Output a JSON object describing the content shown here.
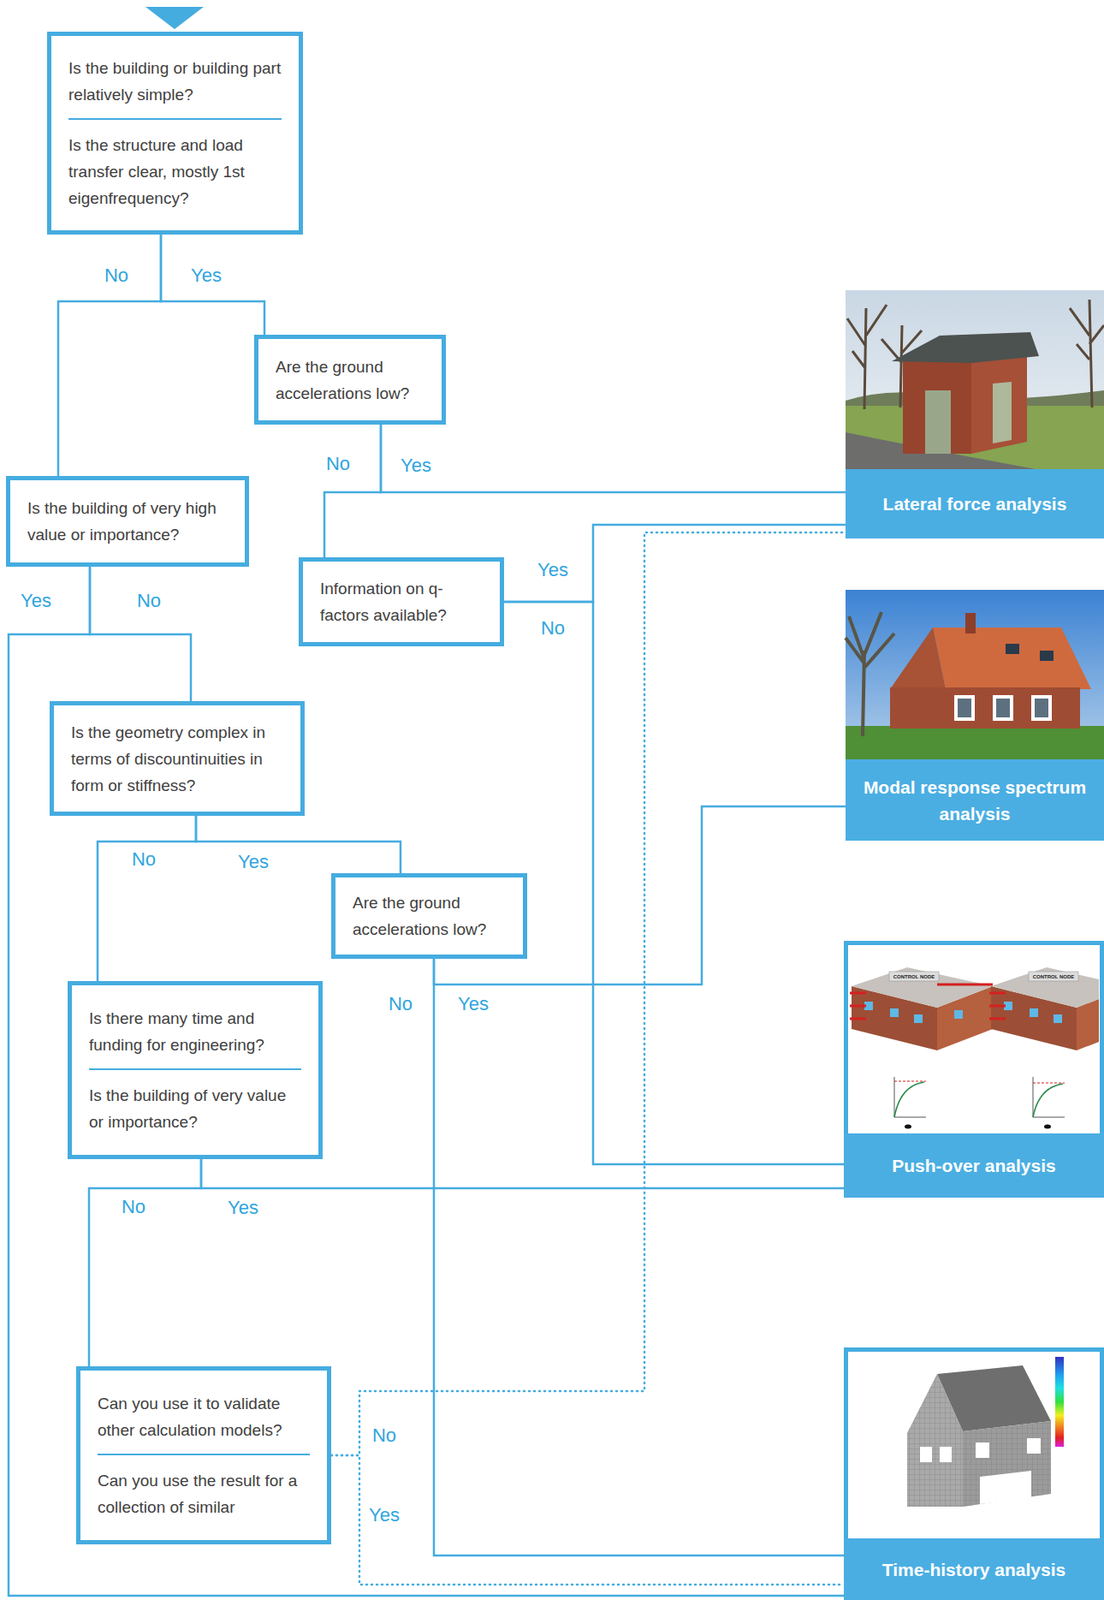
{
  "diagram": {
    "nodes": [
      {
        "text": [
          "Is the building or building part relatively simple?",
          "Is the structure and load transfer clear, mostly 1st eigenfrequency?"
        ]
      },
      {
        "text": [
          "Are the ground accelerations low?"
        ]
      },
      {
        "text": [
          "Is the building of very high value or importance?"
        ]
      },
      {
        "text": [
          "Information on q-factors available?"
        ]
      },
      {
        "text": [
          "Is the geometry complex in terms of discountinuities in form or stiffness?"
        ]
      },
      {
        "text": [
          "Are the ground accelerations low?"
        ]
      },
      {
        "text": [
          "Is there many time and funding for engineering?",
          "Is the building of very value or importance?"
        ]
      },
      {
        "text": [
          "Can you use it to validate other calculation models?",
          "Can you use the result for a collection of similar"
        ]
      },
      {
        "text": [
          "Lateral force analysis"
        ]
      },
      {
        "text": [
          "Modal response spectrum analysis"
        ]
      },
      {
        "text": [
          "Push-over analysis"
        ]
      },
      {
        "text": [
          "Time-history analysis"
        ]
      }
    ],
    "edges": [
      {
        "from": 0,
        "to": 1,
        "arrow": "none",
        "label": "Yes"
      },
      {
        "from": 0,
        "to": 2,
        "arrow": "none",
        "label": "No"
      },
      {
        "from": 1,
        "to": 8,
        "arrow": "none",
        "label": "Yes"
      },
      {
        "from": 1,
        "to": 3,
        "arrow": "none",
        "label": "No"
      },
      {
        "from": 2,
        "to": 11,
        "arrow": "none",
        "label": "Yes"
      },
      {
        "from": 2,
        "to": 4,
        "arrow": "none",
        "label": "No"
      },
      {
        "from": 3,
        "to": 8,
        "arrow": "none",
        "label": "Yes"
      },
      {
        "from": 3,
        "to": 10,
        "arrow": "none",
        "label": "No"
      },
      {
        "from": 4,
        "to": 5,
        "arrow": "none",
        "label": "Yes"
      },
      {
        "from": 4,
        "to": 6,
        "arrow": "none",
        "label": "No"
      },
      {
        "from": 5,
        "to": 9,
        "arrow": "none",
        "label": "Yes"
      },
      {
        "from": 5,
        "to": 11,
        "arrow": "none",
        "label": "No"
      },
      {
        "from": 6,
        "to": 10,
        "arrow": "none",
        "label": "Yes"
      },
      {
        "from": 6,
        "to": 7,
        "arrow": "none",
        "label": "No"
      },
      {
        "from": 7,
        "to": 8,
        "arrow": "none",
        "label": "No"
      },
      {
        "from": 7,
        "to": 11,
        "arrow": "none",
        "label": "Yes"
      }
    ],
    "labels": [
      "CONTROL NODE",
      "CONTROL NODE"
    ]
  }
}
